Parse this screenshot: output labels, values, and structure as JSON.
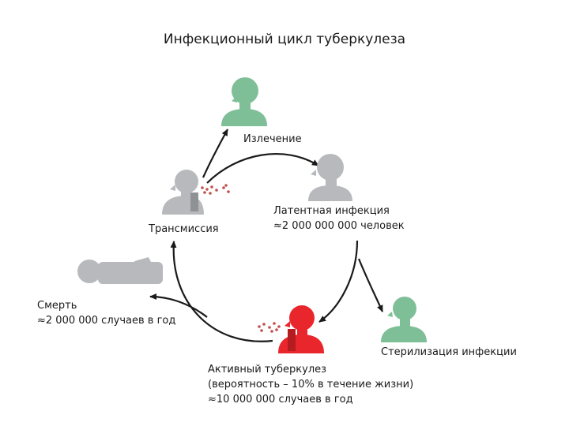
{
  "title": "Инфекционный цикл туберкулеза",
  "colors": {
    "person_gray": "#b7b9bc",
    "person_green": "#7fbf97",
    "person_red": "#e8262b",
    "arrow": "#1a1a1a",
    "cough_spray": "#c0504d"
  },
  "nodes": {
    "cure": {
      "label": "Излечение",
      "icon": "person-icon-green"
    },
    "latent": {
      "label": "Латентная инфекция",
      "detail": "≈2 000 000 000 человек",
      "icon": "person-icon-gray"
    },
    "transmission": {
      "label": "Трансмиссия",
      "icon": "coughing-person-icon-gray"
    },
    "death": {
      "label": "Смерть",
      "detail": "≈2 000 000 случаев в год",
      "icon": "lying-person-icon-gray"
    },
    "sterilization": {
      "label": "Стерилизация инфекции",
      "icon": "person-icon-green"
    },
    "active": {
      "label": "Активный туберкулез",
      "detail1": "(вероятность – 10% в течение жизни)",
      "detail2": "≈10 000 000 случаев в год",
      "icon": "coughing-person-icon-red"
    }
  }
}
